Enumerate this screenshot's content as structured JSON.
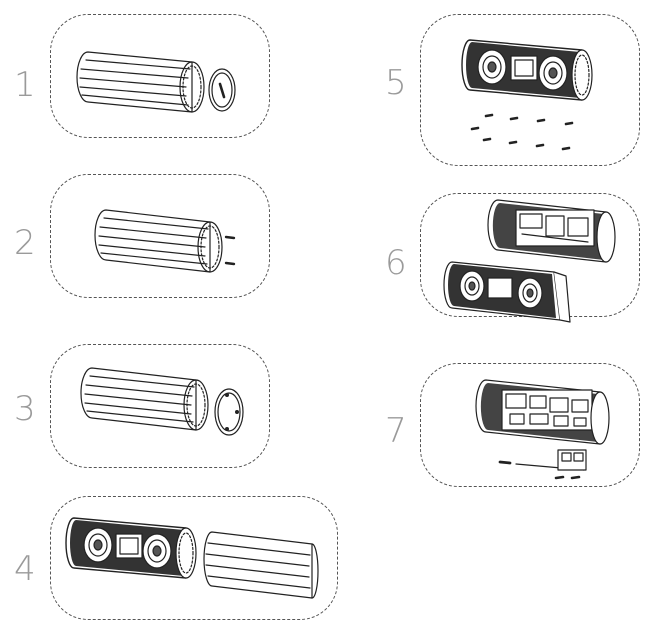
{
  "diagram": {
    "steps": [
      {
        "number": "1",
        "illustration": "cylinder-housing-with-end-ring"
      },
      {
        "number": "2",
        "illustration": "cylinder-housing-with-screws"
      },
      {
        "number": "3",
        "illustration": "cylinder-housing-with-end-cap"
      },
      {
        "number": "4",
        "illustration": "speaker-unit-with-shell-removed"
      },
      {
        "number": "5",
        "illustration": "speaker-unit-with-loose-screws"
      },
      {
        "number": "6",
        "illustration": "speaker-unit-split-in-halves"
      },
      {
        "number": "7",
        "illustration": "speaker-back-with-circuit-board"
      }
    ],
    "colors": {
      "line": "#222222",
      "dashed_border": "#555555",
      "number": "#9a9a9a",
      "fill_dark": "#333333"
    }
  }
}
